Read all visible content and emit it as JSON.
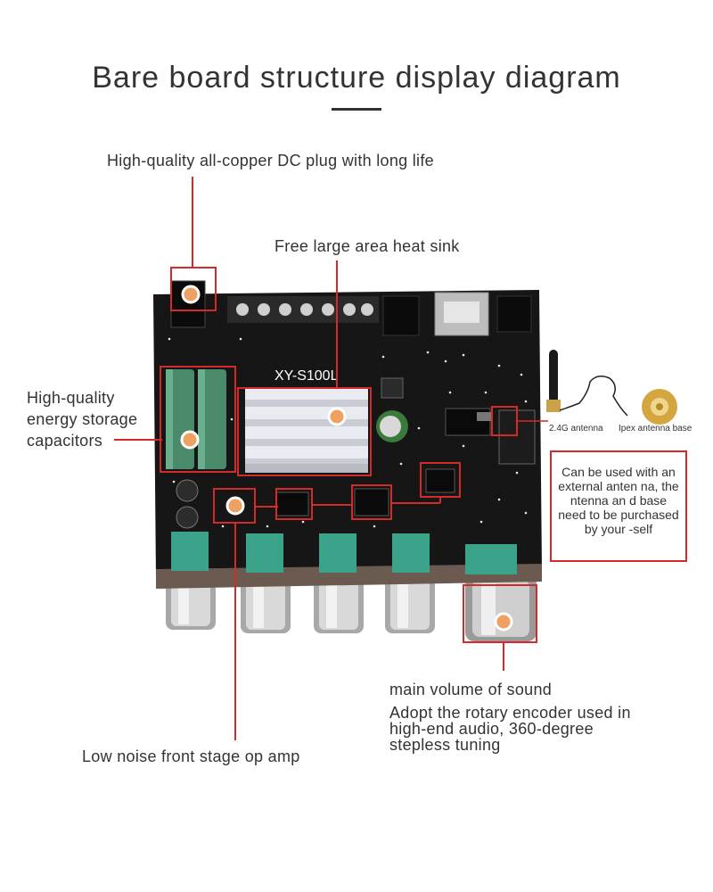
{
  "title": "Bare board structure display diagram",
  "labels": {
    "dc_plug": "High-quality all-copper DC plug with long life",
    "heat_sink": "Free large area heat sink",
    "capacitors": "High-quality energy storage capacitors",
    "board_model": "XY-S100L",
    "antenna": "2.4G antenna",
    "ipex_base": "Ipex antenna base",
    "antenna_note": "Can be used with an external anten na, the ntenna an d base need to be purchased by your -self",
    "volume_title": "main volume of sound",
    "volume_desc": "Adopt the rotary encoder used in high-end audio, 360-degree stepless tuning",
    "op_amp": "Low noise front stage op amp"
  },
  "colors": {
    "accent_line": "#d32a2a",
    "marker": "#f0a060",
    "board": "#141414"
  }
}
